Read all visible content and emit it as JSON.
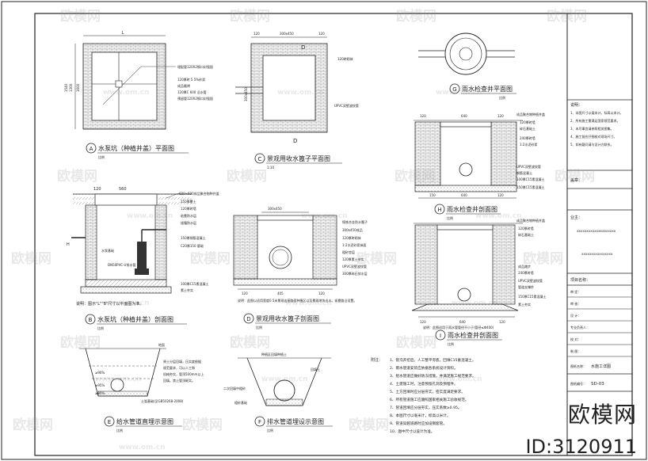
{
  "drawings": {
    "A": {
      "letter": "A",
      "title": "水泵坑（种植井盖）平面图",
      "scale": "比例",
      "dim_l": "L",
      "dim_1540": "1540",
      "dim_1300": "1300",
      "dim_1600": "1600",
      "notes": [
        "埋配管120X2钢口封强固",
        "120厚砖 5.5%砂浆",
        "成品截烤",
        "120厚C 600 沿水管",
        "预留管120X2钢口封强固"
      ]
    },
    "B": {
      "letter": "B",
      "title": "水泵坑（种植井盖）剖面图",
      "scale": "比例",
      "dim_120": "120",
      "dim_560": "560",
      "dim_h": "H",
      "notes": [
        "600×600成品聚合物种井盖",
        "250厚覆土",
        "120厚砖墙",
        "粘靠防水层",
        "拔霜防水层",
        "150厚钢筋混凝土",
        "C20厚150 基础",
        "DN50PVC-U排水管",
        "水泵基础",
        "100厚C15素混凝土",
        "素土夯实"
      ],
      "note_text": "说明：图示\"L\"\"B\"尺寸以平面图为准。"
    },
    "C": {
      "letter": "C",
      "title": "景观用收水篦子平面图",
      "scale": "1:10",
      "dim_120a": "120",
      "dim_300": "300x450",
      "dim_120b": "120",
      "dim_side": "300x450",
      "sec_d": "D",
      "notes": [
        "120砖砌体",
        "UPVC双壁波纹管"
      ]
    },
    "D": {
      "letter": "D",
      "title": "景观用收水篦子剖面图",
      "scale": "比例",
      "dim_top": "300x450",
      "dims": [
        "120",
        "405",
        "120"
      ],
      "notes": [
        "铸铁合金防水篦子",
        "300x450成品",
        "120厚砖砌体",
        "1:2水泥砂浆抹面",
        "粗砂垫层",
        "120厚素土夯实",
        "UPVC双壁波纹管",
        "300厚碎石排水层"
      ],
      "note_text": "说明：此图以适用宽度0.5米景观连接路面种植区以及景观地块出水。紧靠路沿设置。"
    },
    "E": {
      "letter": "E",
      "title": "给水管道直埋示意图",
      "scale": "比例",
      "top_label": "地面",
      "notes": [
        "原土分层回填，压实度根据",
        "规范要求，可以人工和",
        "机械夯实，管顶500mm以上",
        "回填。禁止管顶砸实。",
        "≥90%",
        "≥95%",
        "≥90%",
        "土弧基础(见GB50268-2008)"
      ]
    },
    "F": {
      "letter": "F",
      "title": "排水管道埋设示意图",
      "scale": "比例",
      "top_label": "种植区回填种植土",
      "notes": [
        "回填土",
        "二次回填中粗砂",
        "粗砂基础"
      ]
    },
    "G": {
      "letter": "G",
      "title": "雨水检查井平面图",
      "scale": "比例"
    },
    "H": {
      "letter": "H",
      "title": "雨水检查井剖面图",
      "scale": "比例",
      "dims": [
        "120",
        "640",
        "120",
        "150",
        "640",
        "120"
      ],
      "notes": [
        "成品聚合物种植井盖",
        "120厚砖墙",
        "碎石基础土",
        "240厚砖墙",
        "1:2水泥砂浆",
        "UPVC双壁波纹管",
        "钢筋混凝土",
        "100厚C15素混凝土",
        "150厚C15素混凝土"
      ]
    },
    "I": {
      "letter": "I",
      "title": "雨水检查井剖面图",
      "scale": "比例",
      "dims": [
        "120",
        "640",
        "120"
      ],
      "notes": [
        "成品聚合物种植井盖",
        "120厚砖墙",
        "碎石基础土",
        "成品踏步",
        "240厚砖墙",
        "UPVC双壁波纹管",
        "管道支撑件",
        "150厚C15素混凝土",
        "素土夯实"
      ],
      "note_text": "说明：此图适用于雨水管管径不小于(管径≤Φ400)"
    }
  },
  "general_notes": {
    "heading": "附注：",
    "lines": [
      "1、管沟开挖后，人工整平夯底，回填C15素混凝土。",
      "2、雨水管道安装应依据各系统设计资料。",
      "3、给水管道应做好防冻措施，并满足施工规范要求。",
      "4、土建施工时，注意预留孔洞及预埋件。",
      "5、土方回填时应分层夯实，密实度满足要求。",
      "6、所有管道施工应遵照国家相关施工验收规范。",
      "7、管道回填应分层夯实，压实系数≥0.95。",
      "8、本图尺寸以毫米计，标高以米计。",
      "9、管道穿越道路时应加设钢套管。",
      "10、图中尺寸以设计为准。"
    ]
  },
  "title_block": {
    "notes_title": "说明：",
    "notes": [
      "1、本图尺寸以毫米计，标高以米计。",
      "2、所有施工需满足国家规范要求。",
      "3、未尽事宜请参照相关图集。",
      "4、施工前应仔细核对现场尺寸。",
      "5、如有疑问请与设计方联系。"
    ],
    "seal_label": "盖章：",
    "owner_label": "业主：",
    "owner_text": "XXXXXXXXXXXXXXXXXXXX",
    "owner_text2": "XXXXXXXXXXXXXXXX",
    "project_label": "项目名称：",
    "rows": [
      "审  定：",
      "审  核：",
      "设  计：",
      "专业负责人：",
      "校  对：",
      "制  图："
    ],
    "drawing_name_label": "图纸名称：",
    "drawing_name": "水施工详图",
    "drawing_no_label": "图纸编号：",
    "drawing_no": "SD-03"
  },
  "watermark": {
    "text": "欧模网",
    "url": "www.om.cn"
  },
  "brand": {
    "logo": "欧模网",
    "id": "ID:3120911"
  },
  "colors": {
    "line": "#222222",
    "hatch": "#555555",
    "watermark": "#9a9a9a"
  }
}
